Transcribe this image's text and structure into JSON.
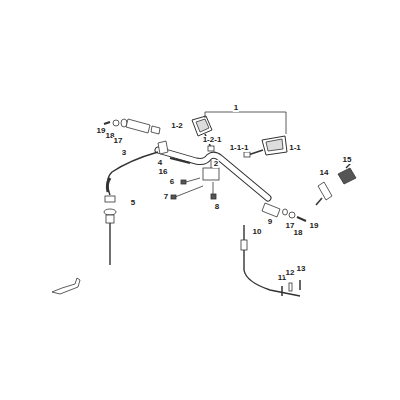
{
  "diagram": {
    "labels": [
      "1",
      "1-2",
      "1-2-1",
      "1-1-1",
      "1-1",
      "19",
      "18",
      "17",
      "3",
      "15",
      "4",
      "16",
      "2",
      "14",
      "6",
      "7",
      "8",
      "5",
      "9",
      "17",
      "18",
      "19",
      "10",
      "11",
      "12",
      "13"
    ]
  }
}
